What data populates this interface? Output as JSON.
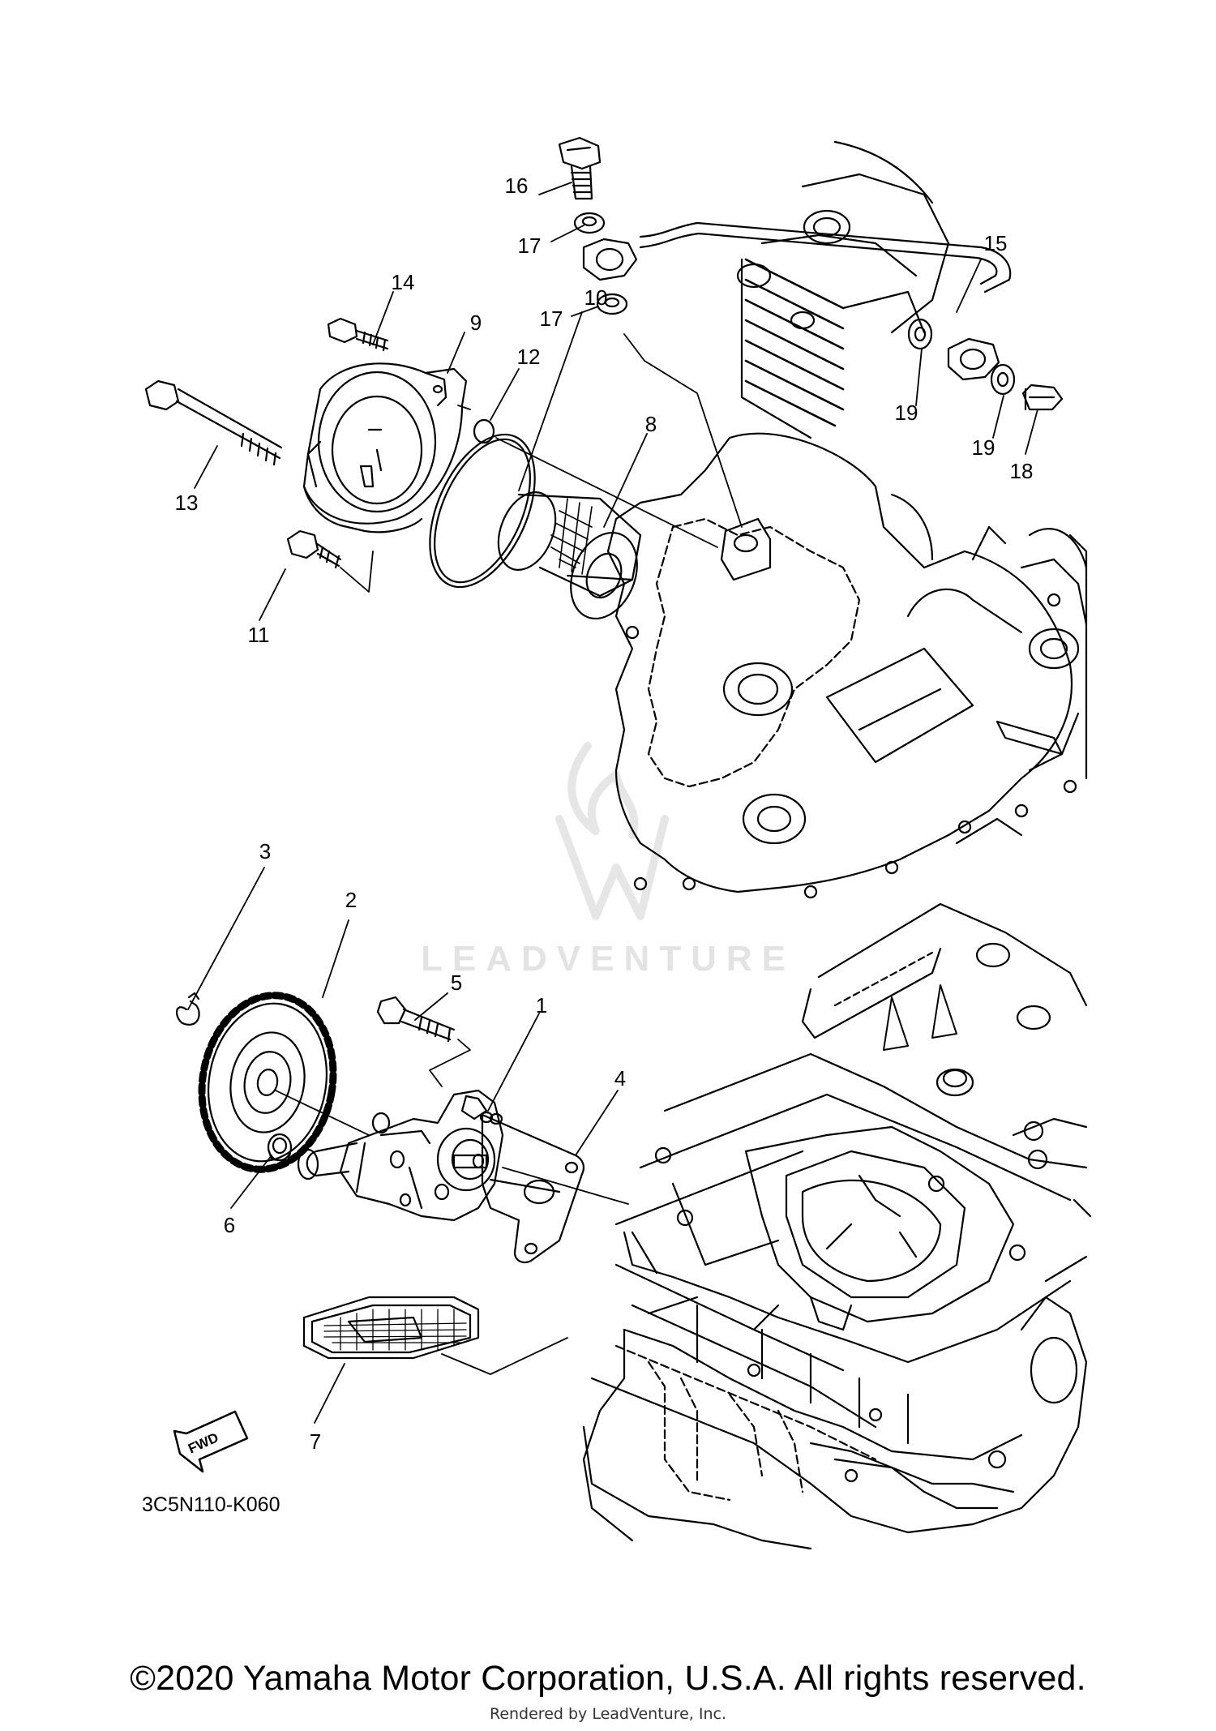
{
  "callouts": [
    {
      "id": "c1",
      "text": "1"
    },
    {
      "id": "c2",
      "text": "2"
    },
    {
      "id": "c3",
      "text": "3"
    },
    {
      "id": "c4",
      "text": "4"
    },
    {
      "id": "c5",
      "text": "5"
    },
    {
      "id": "c6",
      "text": "6"
    },
    {
      "id": "c7",
      "text": "7"
    },
    {
      "id": "c8",
      "text": "8"
    },
    {
      "id": "c9",
      "text": "9"
    },
    {
      "id": "c10",
      "text": "10"
    },
    {
      "id": "c11",
      "text": "11"
    },
    {
      "id": "c12",
      "text": "12"
    },
    {
      "id": "c13",
      "text": "13"
    },
    {
      "id": "c14",
      "text": "14"
    },
    {
      "id": "c15",
      "text": "15"
    },
    {
      "id": "c16",
      "text": "16"
    },
    {
      "id": "c17a",
      "text": "17"
    },
    {
      "id": "c17b",
      "text": "17"
    },
    {
      "id": "c18",
      "text": "18"
    },
    {
      "id": "c19a",
      "text": "19"
    },
    {
      "id": "c19b",
      "text": "19"
    }
  ],
  "fwd_label": "FWD",
  "diagram_code": "3C5N110-K060",
  "watermark_text": "LEADVENTURE",
  "copyright": "©2020 Yamaha Motor Corporation, U.S.A. All rights reserved.",
  "rendered_by": "Rendered by LeadVenture, Inc."
}
